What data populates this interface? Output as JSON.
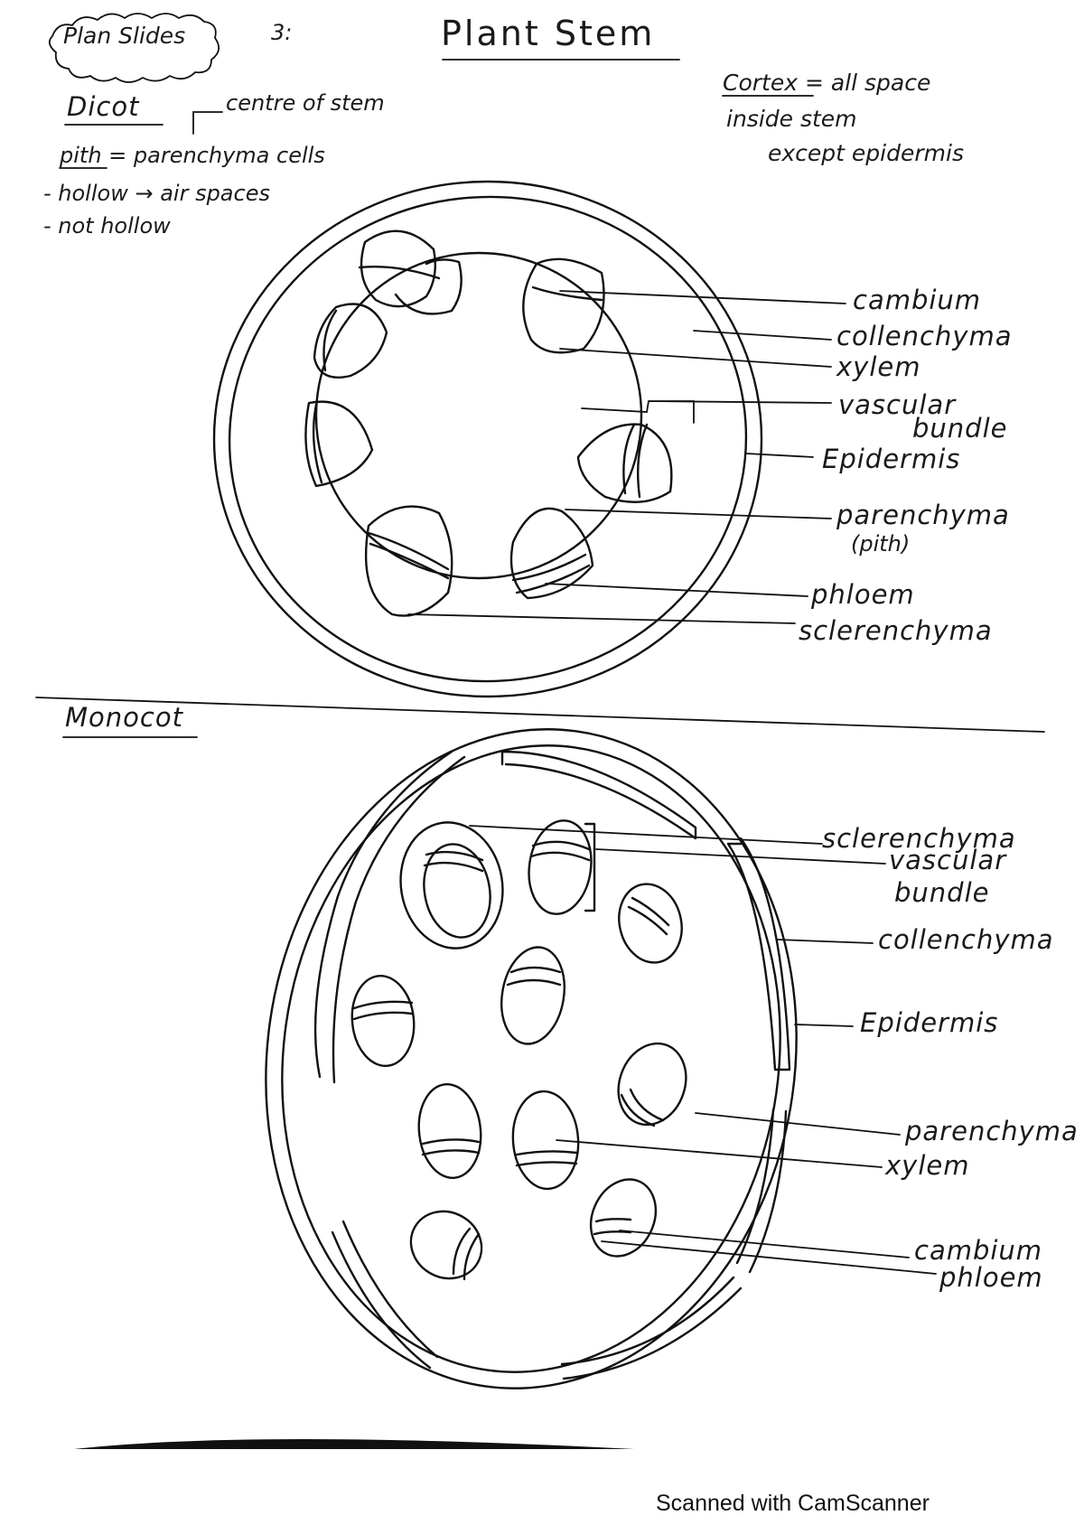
{
  "header": {
    "tag": "Plan Slides",
    "tag_suffix": "3:",
    "title": "Plant Stem"
  },
  "notes": {
    "cortex_line1": "Cortex = all space",
    "cortex_line2": "inside stem",
    "cortex_line3": "except epidermis"
  },
  "dicot": {
    "heading": "Dicot",
    "centre_note": "centre of stem",
    "pith_note": "pith = parenchyma cells",
    "bullet1": "- hollow → air spaces",
    "bullet2": "- not hollow",
    "labels": {
      "cambium": "cambium",
      "collenchyma": "collenchyma",
      "xylem": "xylem",
      "vascular_1": "vascular",
      "vascular_2": "bundle",
      "epidermis": "Epidermis",
      "parenchyma_1": "parenchyma",
      "parenchyma_2": "(pith)",
      "phloem": "phloem",
      "sclerenchyma": "sclerenchyma"
    }
  },
  "monocot": {
    "heading": "Monocot",
    "labels": {
      "sclerenchyma": "sclerenchyma",
      "vascular_1": "vascular",
      "vascular_2": "bundle",
      "collenchyma": "collenchyma",
      "epidermis": "Epidermis",
      "parenchyma": "parenchyma",
      "xylem": "xylem",
      "cambium": "cambium",
      "phloem": "phloem"
    }
  },
  "footer": {
    "watermark": "Scanned with CamScanner"
  }
}
